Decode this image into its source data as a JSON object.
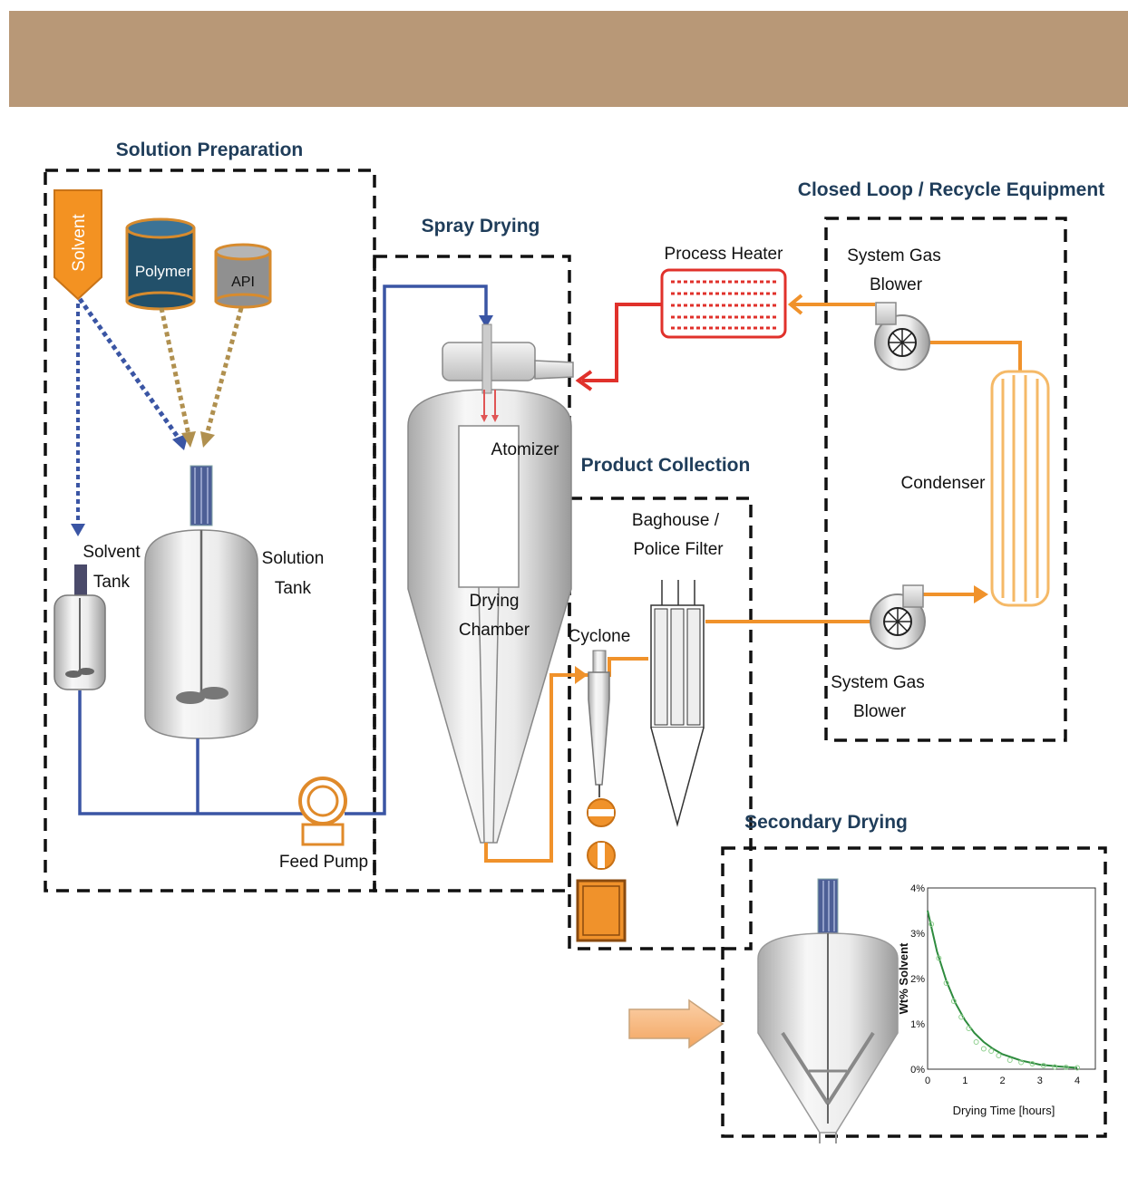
{
  "colors": {
    "header": "#b89877",
    "blue_line": "#3a55a4",
    "orange_line": "#f0922b",
    "red_line": "#e0312b",
    "title_text": "#1f3d5a",
    "solvent_fill": "#f39222",
    "polymer_fill": "#22506a",
    "api_fill": "#909090",
    "curve": "#2e8b3e"
  },
  "sections": {
    "solution_preparation": "Solution Preparation",
    "spray_drying": "Spray Drying",
    "product_collection": "Product Collection",
    "closed_loop": "Closed Loop / Recycle Equipment",
    "secondary_drying": "Secondary Drying"
  },
  "labels": {
    "solvent": "Solvent",
    "polymer": "Polymer",
    "api": "API",
    "solvent_tank_1": "Solvent",
    "solvent_tank_2": "Tank",
    "solution_tank_1": "Solution",
    "solution_tank_2": "Tank",
    "feed_pump": "Feed Pump",
    "atomizer": "Atomizer",
    "drying_chamber_1": "Drying",
    "drying_chamber_2": "Chamber",
    "process_heater": "Process Heater",
    "blower_top_1": "System Gas",
    "blower_top_2": "Blower",
    "condenser": "Condenser",
    "blower_bottom_1": "System Gas",
    "blower_bottom_2": "Blower",
    "baghouse_1": "Baghouse /",
    "baghouse_2": "Police Filter",
    "cyclone": "Cyclone"
  },
  "chart_data": {
    "type": "line",
    "title": "",
    "xlabel": "Drying Time [hours]",
    "ylabel": "Wt% Solvent",
    "xlim": [
      0,
      4
    ],
    "ylim": [
      0,
      4
    ],
    "x_ticks": [
      "0",
      "1",
      "2",
      "3",
      "4"
    ],
    "y_ticks": [
      "0%",
      "1%",
      "2%",
      "3%",
      "4%"
    ],
    "grid": false,
    "series": [
      {
        "type": "line",
        "x": [
          0,
          0.25,
          0.5,
          0.75,
          1.0,
          1.25,
          1.5,
          1.75,
          2.0,
          2.5,
          3.0,
          3.5,
          4.0
        ],
        "values": [
          3.5,
          2.6,
          1.95,
          1.45,
          1.08,
          0.8,
          0.6,
          0.45,
          0.33,
          0.19,
          0.1,
          0.06,
          0.03
        ]
      },
      {
        "type": "scatter",
        "x": [
          0.1,
          0.3,
          0.5,
          0.7,
          0.9,
          1.1,
          1.3,
          1.5,
          1.7,
          1.9,
          2.2,
          2.5,
          2.8,
          3.1,
          3.4,
          3.7,
          4.0
        ],
        "values": [
          3.2,
          2.45,
          1.9,
          1.5,
          1.15,
          0.9,
          0.6,
          0.45,
          0.4,
          0.3,
          0.2,
          0.15,
          0.12,
          0.08,
          0.05,
          0.04,
          0.03
        ]
      }
    ]
  }
}
